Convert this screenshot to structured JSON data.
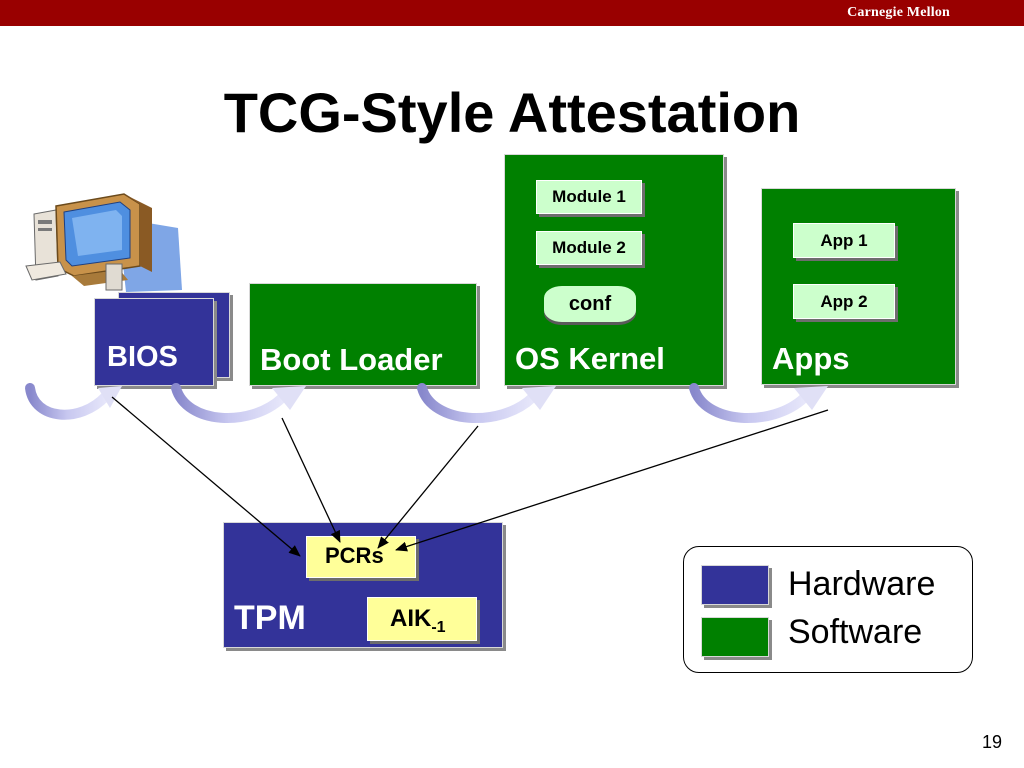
{
  "header": {
    "brand": "Carnegie Mellon"
  },
  "slide": {
    "title": "TCG-Style Attestation",
    "page_number": "19"
  },
  "diagram": {
    "bios": "BIOS",
    "boot_loader": "Boot Loader",
    "os_kernel": "OS Kernel",
    "kernel_modules": [
      "Module 1",
      "Module 2"
    ],
    "kernel_conf": "conf",
    "apps": "Apps",
    "app_items": [
      "App 1",
      "App 2"
    ],
    "tpm": "TPM",
    "pcrs": "PCRs",
    "aik": "AIK",
    "aik_sub": "-1"
  },
  "legend": {
    "hardware": "Hardware",
    "software": "Software"
  },
  "colors": {
    "hardware": "#333399",
    "software": "#008000",
    "module": "#ccffcc",
    "pcr_note": "#ffff99",
    "header_bar": "#990000",
    "curve_arrow": "#c8c8f0"
  }
}
